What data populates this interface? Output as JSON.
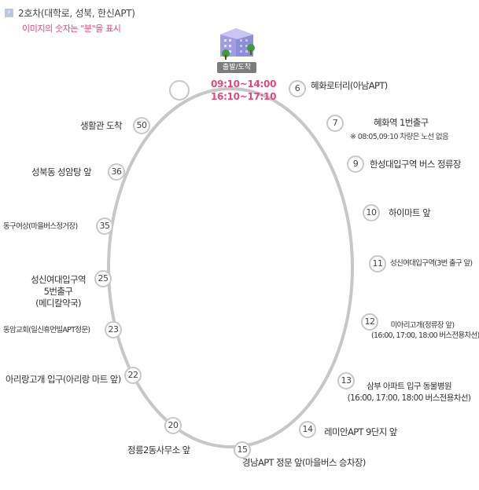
{
  "header": {
    "title": "2호차(대학로, 성북, 한신APT)",
    "subtitle": "이미지의 숫자는 \"분\"을 표시"
  },
  "terminal": {
    "badge": "출발/도착",
    "times": [
      "09:10~14:00",
      "16:10~17:10"
    ]
  },
  "stops": [
    {
      "minute": "",
      "label": ""
    },
    {
      "minute": "6",
      "label": "혜화로터리(아남APT)"
    },
    {
      "minute": "7",
      "label": "혜화역 1번출구",
      "note": "※ 08:05,09:10 차량은 노선 없음"
    },
    {
      "minute": "9",
      "label": "한성대입구역 버스 정류장"
    },
    {
      "minute": "10",
      "label": "하이마트 앞"
    },
    {
      "minute": "11",
      "label": "성신여대입구역(3번 출구 앞)"
    },
    {
      "minute": "12",
      "lines": [
        "미아리고개(정류장 앞)",
        "(16:00, 17:00, 18:00 버스전용차선)"
      ]
    },
    {
      "minute": "13",
      "lines": [
        "삼부 아파트 입구 동물병원",
        "(16:00, 17:00, 18:00 버스전용차선)"
      ]
    },
    {
      "minute": "14",
      "label": "레미안APT 9단지 앞"
    },
    {
      "minute": "15",
      "label": "경남APT 정문 앞(마을버스 승차장)"
    },
    {
      "minute": "20",
      "label": "정릉2동사무소 앞"
    },
    {
      "minute": "22",
      "label": "아리랑고개 입구(아리랑 마트 앞)"
    },
    {
      "minute": "23",
      "label": "동암교회(일신휴먼빌APT정문)"
    },
    {
      "minute": "25",
      "lines": [
        "성신여대입구역",
        "5번출구",
        "(메디칼약국)"
      ]
    },
    {
      "minute": "35",
      "label": "동구여상(마을버스정거장)"
    },
    {
      "minute": "36",
      "label": "성북동 성암탕 앞"
    },
    {
      "minute": "50",
      "label": "생활관 도착"
    }
  ],
  "colors": {
    "route": "#c7c7c7",
    "accent": "#e8457d",
    "badge": "#7d7d7d"
  },
  "icons": {
    "terminal": "building-icon",
    "header": "arrow-icon"
  }
}
